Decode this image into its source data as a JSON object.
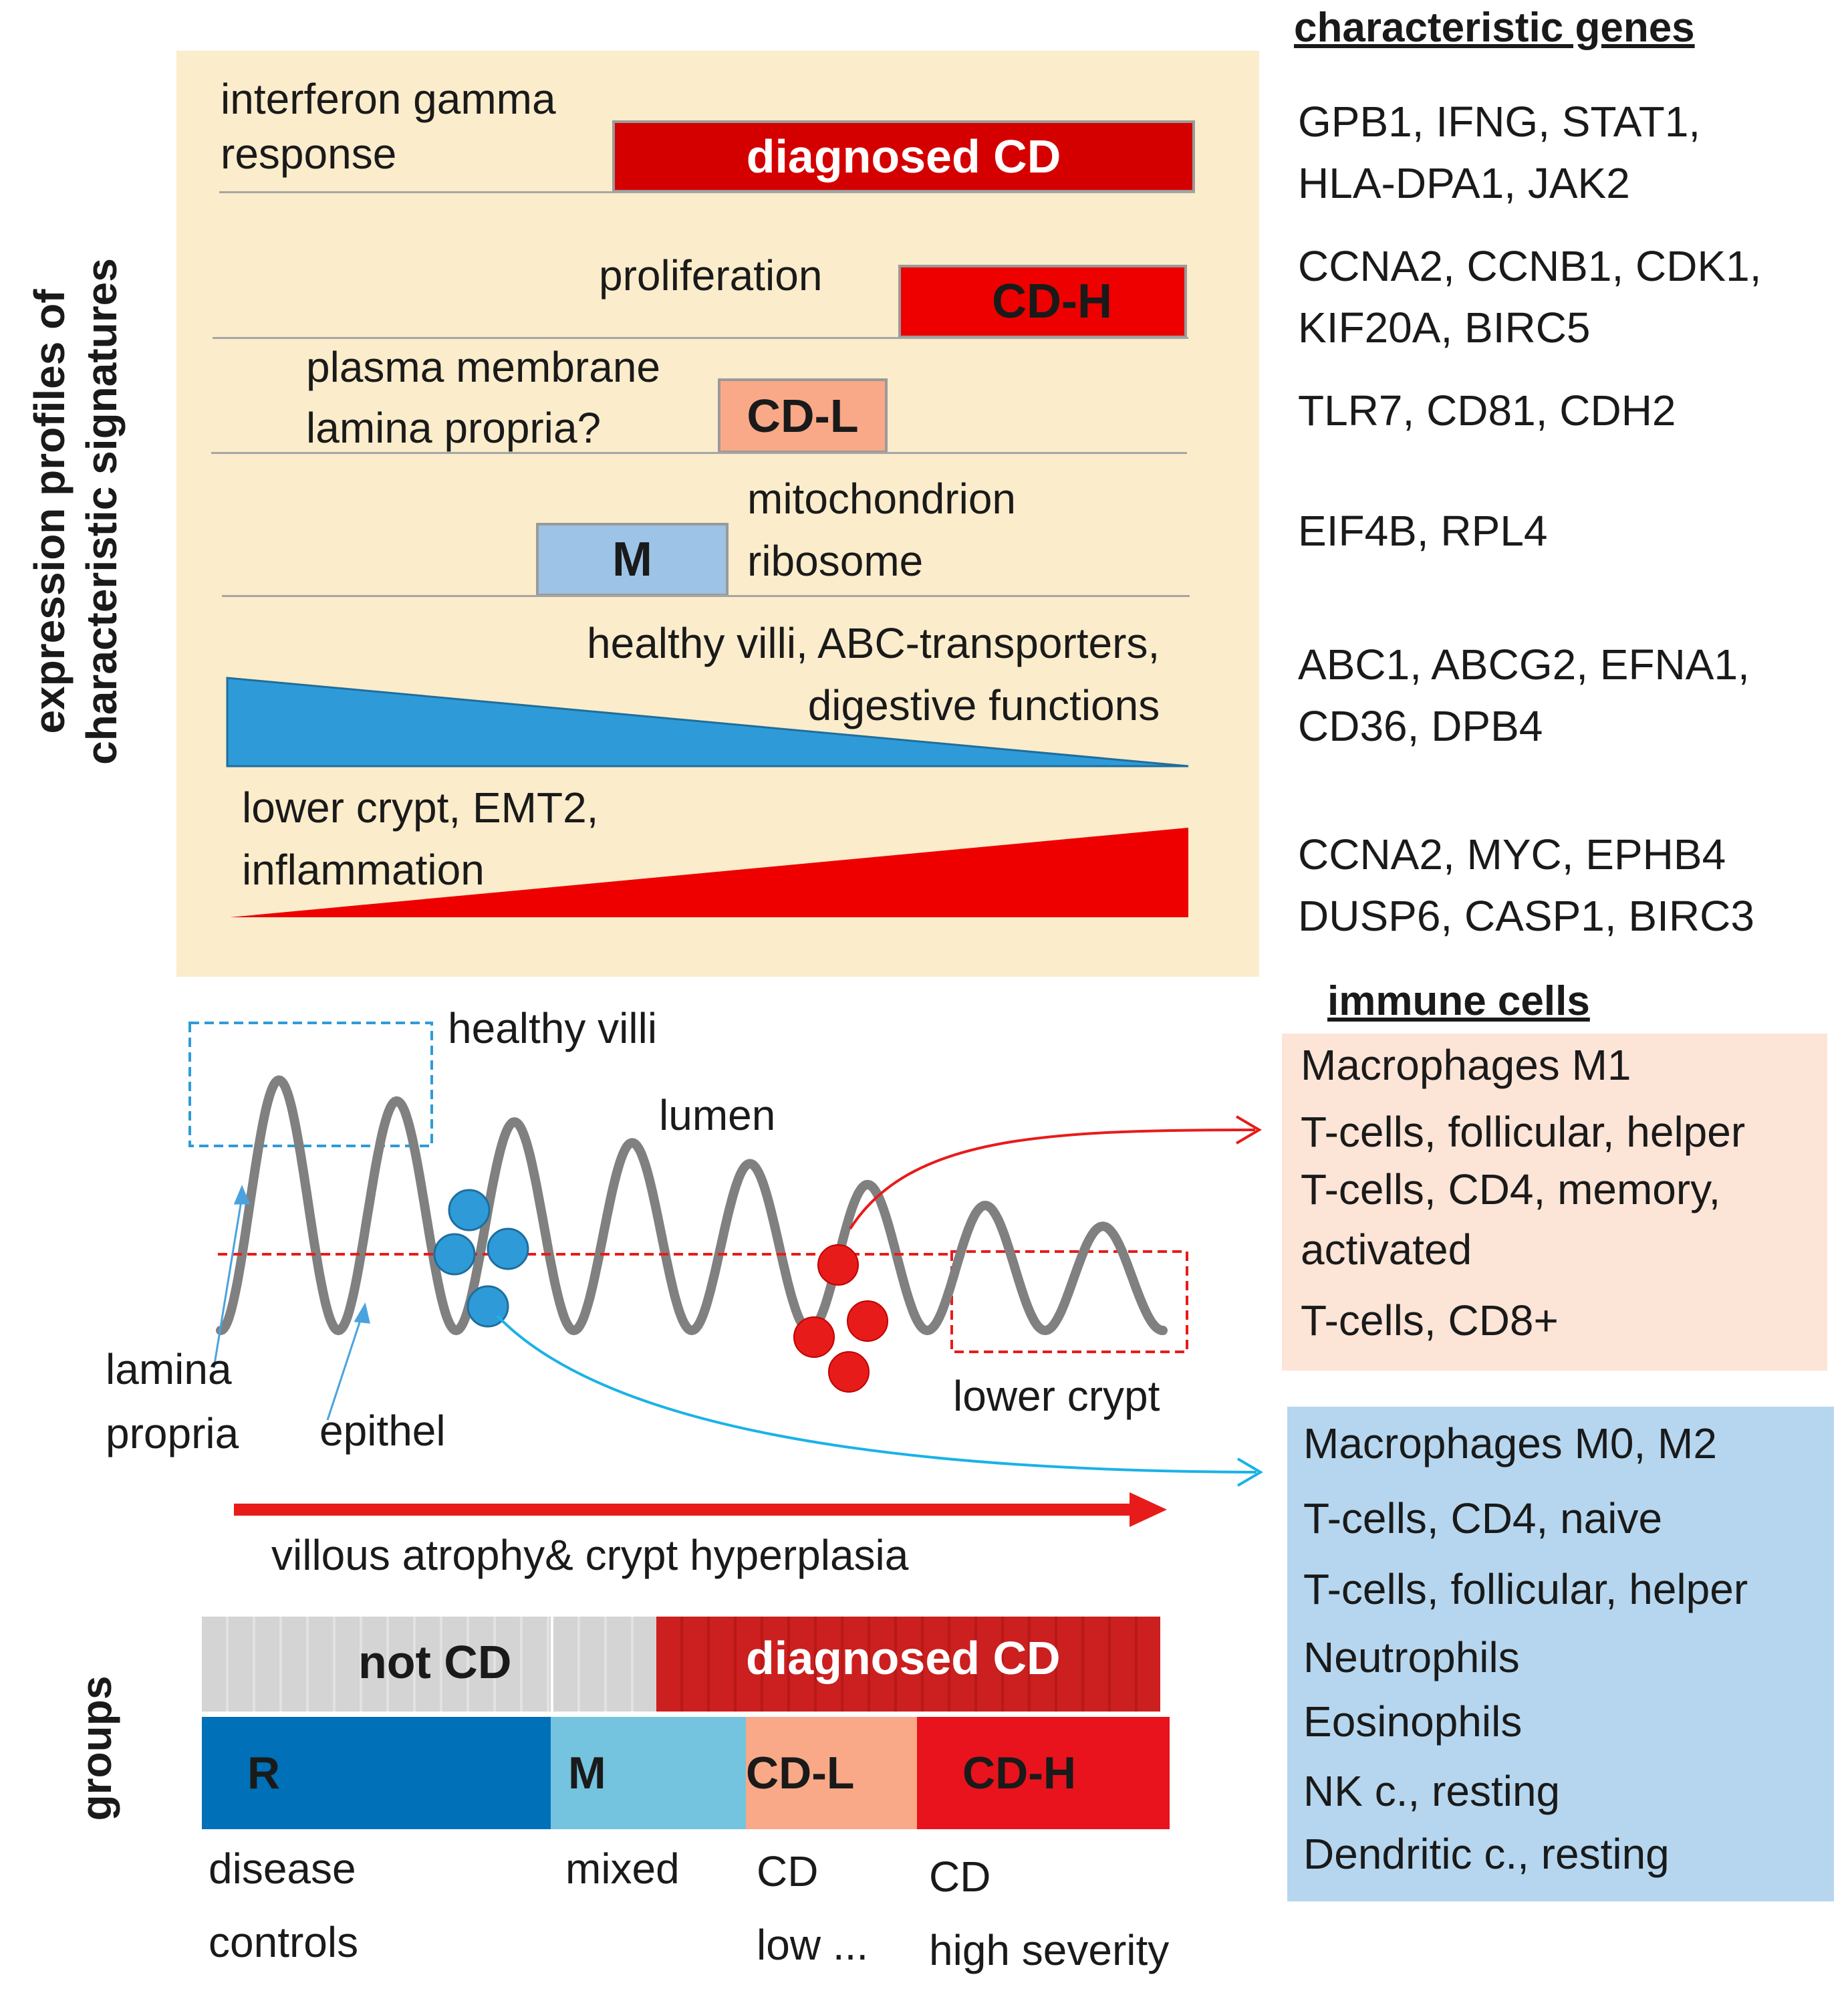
{
  "left_titles": {
    "expression": "expression profiles of\ncharacteristic signatures",
    "groups": "groups"
  },
  "signatures": {
    "header": "characteristic genes",
    "rows": [
      {
        "label": "interferon gamma\nresponse",
        "box": "diagnosed CD",
        "genes": "GPB1, IFNG, STAT1,\nHLA-DPA1, JAK2",
        "box_color": "#d40000"
      },
      {
        "label": "proliferation",
        "box": "CD-H",
        "genes": "CCNA2, CCNB1, CDK1,\nKIF20A, BIRC5",
        "box_color": "#ee0000"
      },
      {
        "label": "plasma membrane\nlamina propria?",
        "box": "CD-L",
        "genes": "TLR7, CD81, CDH2",
        "box_color": "#f9a987"
      },
      {
        "label": "mitochondrion\nribosome",
        "box": "M",
        "genes": "EIF4B, RPL4",
        "box_color": "#9dc3e6"
      },
      {
        "label": "healthy villi, ABC-transporters,\ndigestive functions",
        "box": "",
        "genes": "ABC1, ABCG2, EFNA1,\nCD36, DPB4",
        "box_color": "#2e9bd8"
      },
      {
        "label": "lower crypt, EMT2,\ninflammation",
        "box": "",
        "genes": "CCNA2, MYC, EPHB4\nDUSP6, CASP1, BIRC3",
        "box_color": "#ee0000"
      }
    ]
  },
  "diagram": {
    "healthy_villi": "healthy villi",
    "lumen": "lumen",
    "lamina_propria": "lamina\npropria",
    "epithel": "epithel",
    "lower_crypt": "lower crypt",
    "arrow_label": "villous atrophy& crypt hyperplasia"
  },
  "immune_cells": {
    "header": "immune cells",
    "upregulated": [
      "Macrophages M1",
      "T-cells, follicular, helper",
      "T-cells, CD4, memory,",
      "activated",
      "T-cells, CD8+"
    ],
    "downregulated": [
      "Macrophages M0, M2",
      "T-cells, CD4, naive",
      "T-cells, follicular, helper",
      "Neutrophils",
      "Eosinophils",
      "NK c., resting",
      "Dendritic c., resting"
    ]
  },
  "groups": {
    "top_bar": {
      "not_cd": "not CD",
      "diagnosed": "diagnosed CD"
    },
    "items": [
      {
        "code": "R",
        "desc": "disease\ncontrols",
        "color": "#0070b8"
      },
      {
        "code": "M",
        "desc": "mixed",
        "color": "#74c3df"
      },
      {
        "code": "CD-L",
        "desc": "CD\nlow ...",
        "color": "#f9a987"
      },
      {
        "code": "CD-H",
        "desc": "CD\nhigh severity",
        "color": "#e8131d"
      }
    ]
  }
}
